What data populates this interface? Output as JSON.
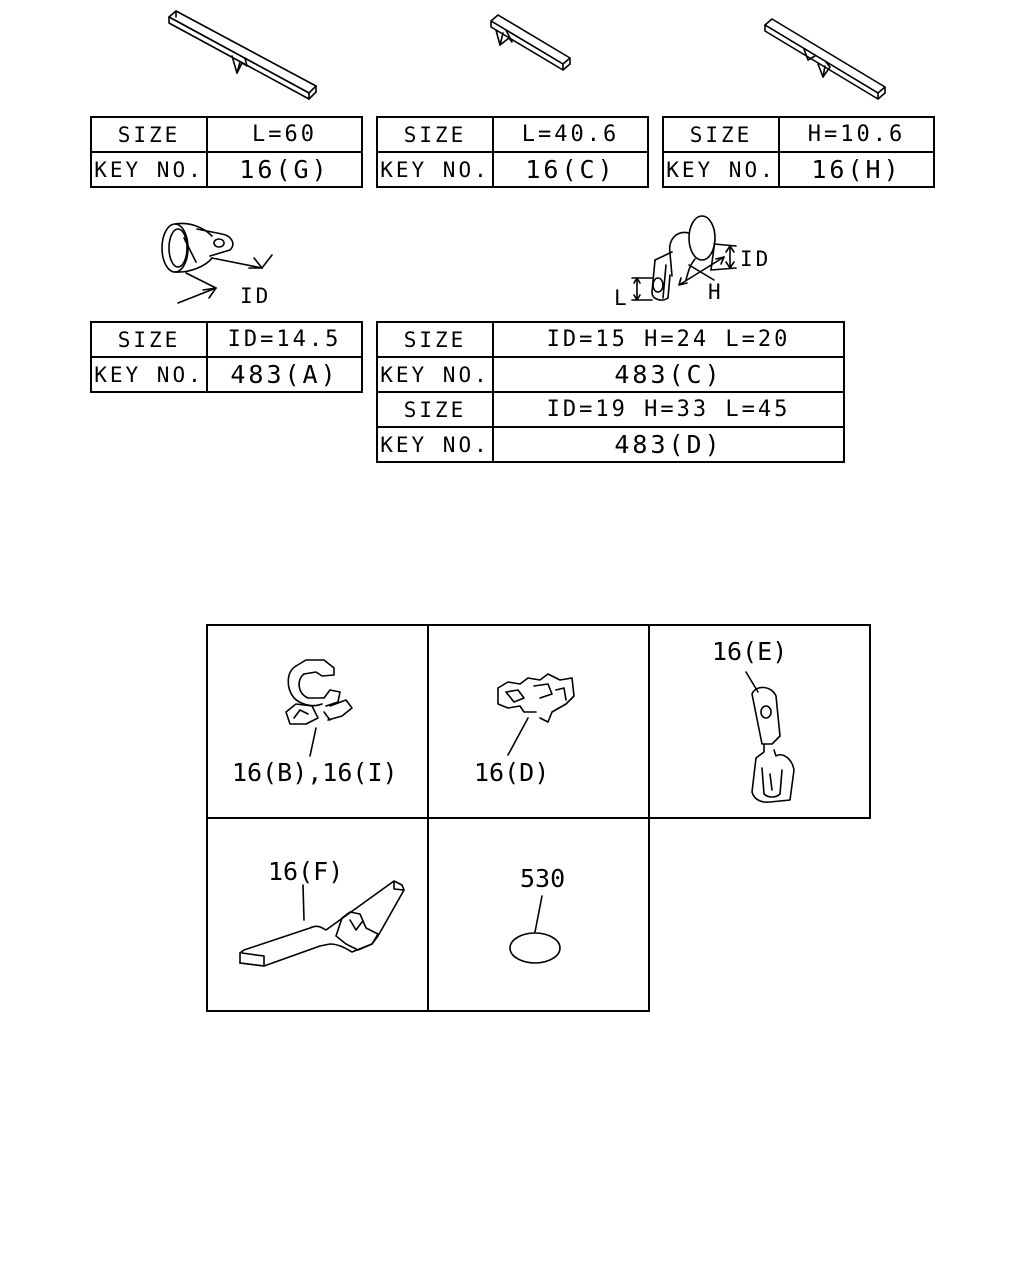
{
  "tables": {
    "g": {
      "size_label": "SIZE",
      "size_value": "L=60",
      "key_label": "KEY NO.",
      "key_value": "16(G)"
    },
    "c": {
      "size_label": "SIZE",
      "size_value": "L=40.6",
      "key_label": "KEY NO.",
      "key_value": "16(C)"
    },
    "h": {
      "size_label": "SIZE",
      "size_value": "H=10.6",
      "key_label": "KEY NO.",
      "key_value": "16(H)"
    },
    "a483": {
      "size_label": "SIZE",
      "size_value": "ID=14.5",
      "key_label": "KEY NO.",
      "key_value": "483(A)"
    },
    "cd483": {
      "rows": [
        {
          "size_label": "SIZE",
          "size_value": "ID=15 H=24 L=20",
          "key_label": "KEY NO.",
          "key_value": "483(C)"
        },
        {
          "size_label": "SIZE",
          "size_value": "ID=19 H=33 L=45",
          "key_label": "KEY NO.",
          "key_value": "483(D)"
        }
      ]
    }
  },
  "dims": {
    "id_left": "ID",
    "id_right": "ID",
    "h": "H",
    "l": "L"
  },
  "grid": {
    "bi": "16(B),16(I)",
    "d": "16(D)",
    "e": "16(E)",
    "f": "16(F)",
    "n530": "530"
  }
}
